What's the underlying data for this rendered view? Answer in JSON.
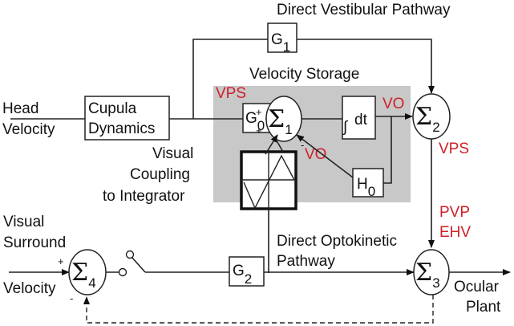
{
  "diagram": {
    "type": "block-diagram",
    "colors": {
      "annotation": "#d0202a",
      "storage_background": "#c8c8c8",
      "line": "#222222"
    },
    "titles": {
      "direct_vestibular": "Direct Vestibular Pathway",
      "velocity_storage": "Velocity Storage",
      "direct_optokinetic_1": "Direct Optokinetic",
      "direct_optokinetic_2": "Pathway",
      "visual_coupling_1": "Visual",
      "visual_coupling_2": "Coupling",
      "visual_coupling_3": "to Integrator"
    },
    "inputs": {
      "head_velocity_1": "Head",
      "head_velocity_2": "Velocity",
      "visual_surround_1": "Visual",
      "visual_surround_2": "Surround",
      "visual_surround_3": "Velocity"
    },
    "output": {
      "line1": "Ocular",
      "line2": "Plant"
    },
    "blocks": {
      "cupula_1": "Cupula",
      "cupula_2": "Dynamics",
      "g1_main": "G",
      "g1_sub": "1",
      "g0_main": "G",
      "g0_sub": "0",
      "g2_main": "G",
      "g2_sub": "2",
      "h0_main": "H",
      "h0_sub": "0",
      "integrator": "dt",
      "integrator_symbol": "∫"
    },
    "summers": {
      "symbol": "Σ",
      "s1": "1",
      "s2": "2",
      "s3": "3",
      "s4": "4",
      "plus": "+",
      "minus": "-"
    },
    "annotations": {
      "vps_left": "VPS",
      "vo_top": "VO",
      "vo_feedback": "VO",
      "vps_right": "VPS",
      "pvp": "PVP",
      "ehv": "EHV"
    }
  }
}
